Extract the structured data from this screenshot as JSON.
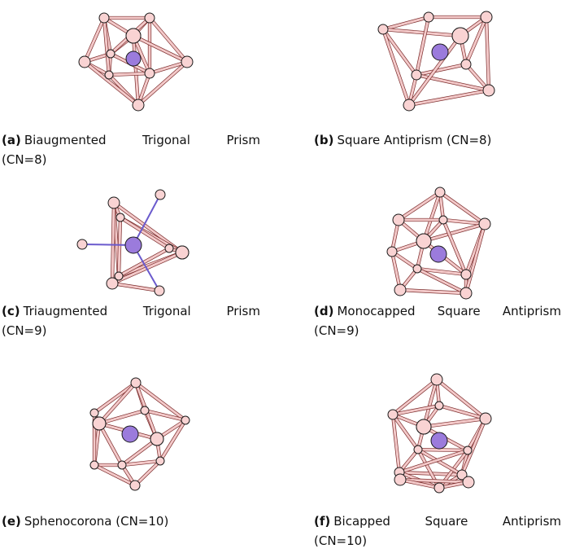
{
  "figures": [
    {
      "id": "a",
      "label": "(a)",
      "caption_line1": [
        "Biaugmented",
        "Trigonal",
        "Prism"
      ],
      "caption_line2": "(CN=8)"
    },
    {
      "id": "b",
      "label": "(b)",
      "caption_line1": [
        "Square Antiprism (CN=8)"
      ],
      "caption_line2": ""
    },
    {
      "id": "c",
      "label": "(c)",
      "caption_line1": [
        "Triaugmented",
        "Trigonal",
        "Prism"
      ],
      "caption_line2": "(CN=9)"
    },
    {
      "id": "d",
      "label": "(d)",
      "caption_line1": [
        "Monocapped",
        "Square",
        "Antiprism"
      ],
      "caption_line2": "(CN=9)"
    },
    {
      "id": "e",
      "label": "(e)",
      "caption_line1": [
        "Sphenocorona (CN=10)"
      ],
      "caption_line2": ""
    },
    {
      "id": "f",
      "label": "(f)",
      "caption_line1": [
        "Bicapped",
        "Square",
        "Antiprism"
      ],
      "caption_line2": "(CN=10)"
    }
  ],
  "colors": {
    "bond": "#f3c9c9",
    "bond_edge": "#7a2a2a",
    "atom": "#f9d3d3",
    "center": "#9b7bdc",
    "outline": "#1a1a1a"
  }
}
